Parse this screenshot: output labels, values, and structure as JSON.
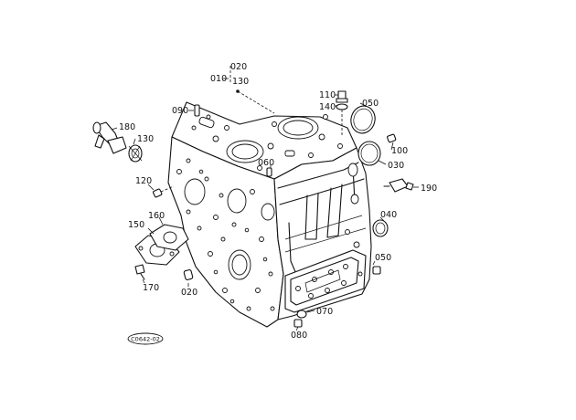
{
  "diagram": {
    "part_labels": {
      "p010": "010",
      "p020_top": "020",
      "p130_top": "130",
      "p090": "090",
      "p110": "110",
      "p140": "140",
      "p050_top": "050",
      "p100": "100",
      "p030": "030",
      "p190": "190",
      "p180": "180",
      "p130": "130",
      "p060": "060",
      "p120": "120",
      "p040": "040",
      "p150": "150",
      "p160": "160",
      "p170": "170",
      "p020": "020",
      "p050": "050",
      "p070": "070",
      "p080": "080"
    },
    "drawing_code": "C0642-02"
  }
}
